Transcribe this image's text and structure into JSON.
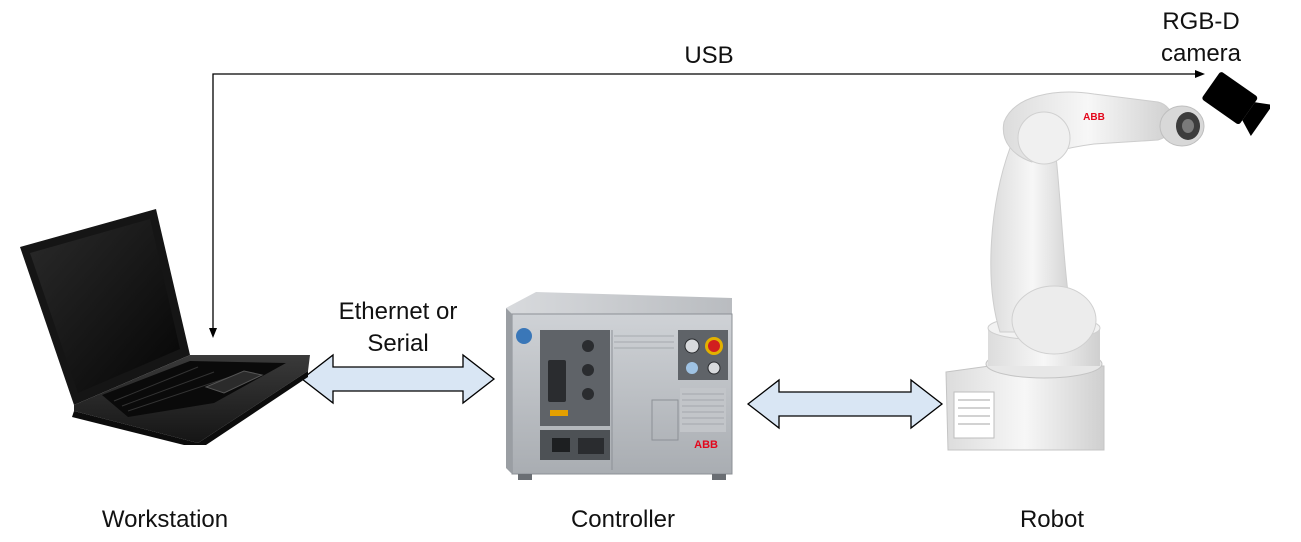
{
  "labels": {
    "usb": "USB",
    "camera_line1": "RGB-D",
    "camera_line2": "camera",
    "link_line1": "Ethernet or",
    "link_line2": "Serial",
    "workstation": "Workstation",
    "controller": "Controller",
    "robot": "Robot",
    "controller_brand": "ABB",
    "robot_brand": "ABB"
  },
  "colors": {
    "arrow_fill": "#d9e6f4",
    "arrow_stroke": "#000000",
    "abb_red": "#e3061b",
    "laptop_body": "#1b1b1b",
    "controller_body": "#c8cbcf",
    "robot_body": "#eeeeee"
  },
  "icons": {
    "laptop": "laptop-icon",
    "controller": "controller-cabinet-icon",
    "robot": "robot-arm-icon",
    "camera": "camera-icon"
  }
}
